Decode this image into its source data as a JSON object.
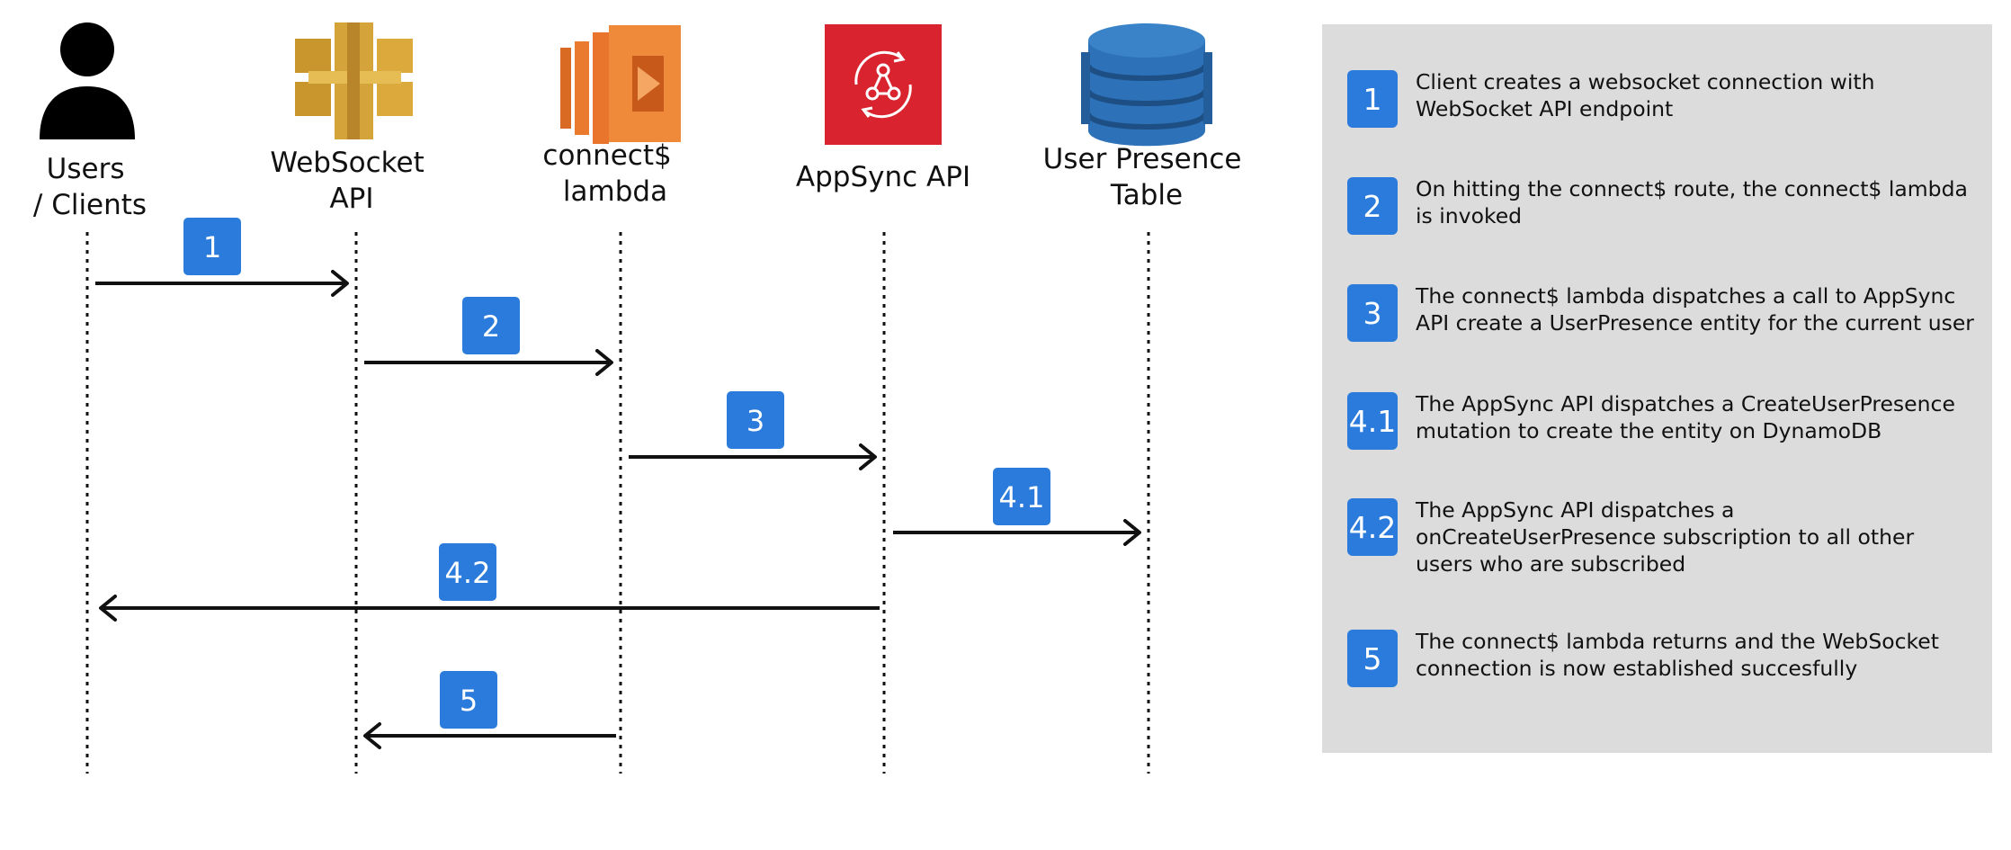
{
  "actors": [
    {
      "id": "users",
      "label": [
        "Users",
        "/ Clients"
      ],
      "icon": "user-icon"
    },
    {
      "id": "websocket",
      "label": [
        "WebSocket",
        "API"
      ],
      "icon": "api-gateway-icon"
    },
    {
      "id": "lambda",
      "label": [
        "connect$",
        "lambda"
      ],
      "icon": "lambda-icon"
    },
    {
      "id": "appsync",
      "label": [
        "AppSync API"
      ],
      "icon": "appsync-icon"
    },
    {
      "id": "table",
      "label": [
        "User Presence",
        "Table"
      ],
      "icon": "dynamodb-icon"
    }
  ],
  "messages": [
    {
      "step": "1",
      "from": "users",
      "to": "websocket"
    },
    {
      "step": "2",
      "from": "websocket",
      "to": "lambda"
    },
    {
      "step": "3",
      "from": "lambda",
      "to": "appsync"
    },
    {
      "step": "4.1",
      "from": "appsync",
      "to": "table"
    },
    {
      "step": "4.2",
      "from": "appsync",
      "to": "users"
    },
    {
      "step": "5",
      "from": "lambda",
      "to": "websocket"
    }
  ],
  "legend": [
    {
      "step": "1",
      "text": "Client creates a websocket connection with WebSocket API endpoint"
    },
    {
      "step": "2",
      "text": "On hitting the connect$ route, the connect$ lambda is invoked"
    },
    {
      "step": "3",
      "text": "The connect$ lambda dispatches a call to AppSync API create a UserPresence entity for the current user"
    },
    {
      "step": "4.1",
      "text": "The AppSync API dispatches a CreateUserPresence mutation to create the entity on DynamoDB"
    },
    {
      "step": "4.2",
      "text": "The AppSync API dispatches a onCreateUserPresence subscription to all other users who are subscribed"
    },
    {
      "step": "5",
      "text": "The connect$ lambda returns and the WebSocket connection is now established succesfully"
    }
  ],
  "colors": {
    "badge": "#2b7bdc",
    "panel": "#dcdcdc",
    "api_gateway": "#d4a33a",
    "lambda": "#e9742b",
    "appsync": "#d9232e",
    "dynamodb": "#2d72b8"
  }
}
